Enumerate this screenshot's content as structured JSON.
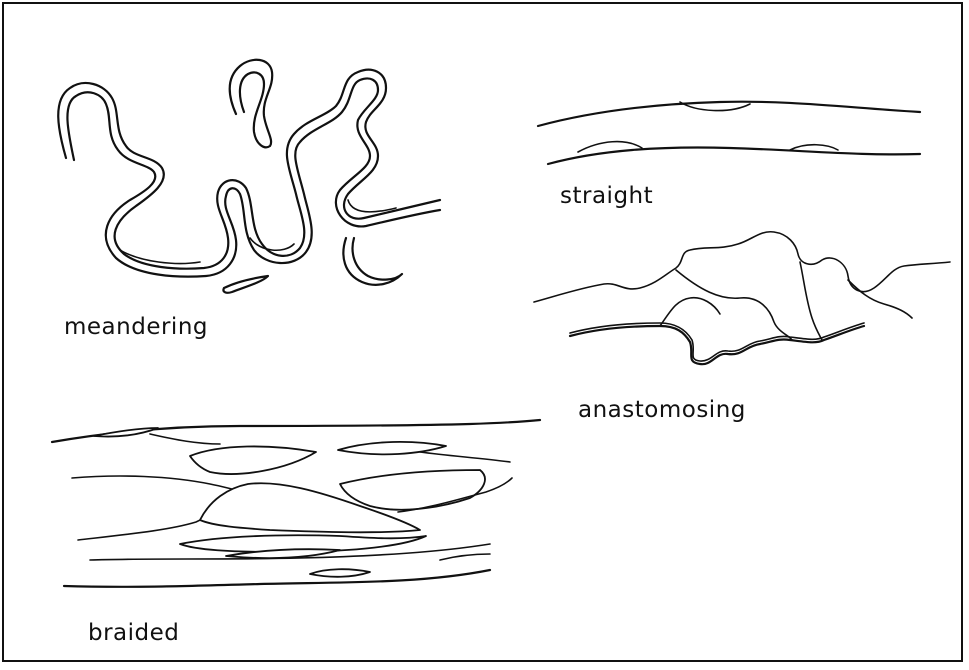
{
  "diagram": {
    "panels": [
      {
        "id": "meandering",
        "label": "meandering"
      },
      {
        "id": "straight",
        "label": "straight"
      },
      {
        "id": "anastomosing",
        "label": "anastomosing"
      },
      {
        "id": "braided",
        "label": "braided"
      }
    ]
  }
}
